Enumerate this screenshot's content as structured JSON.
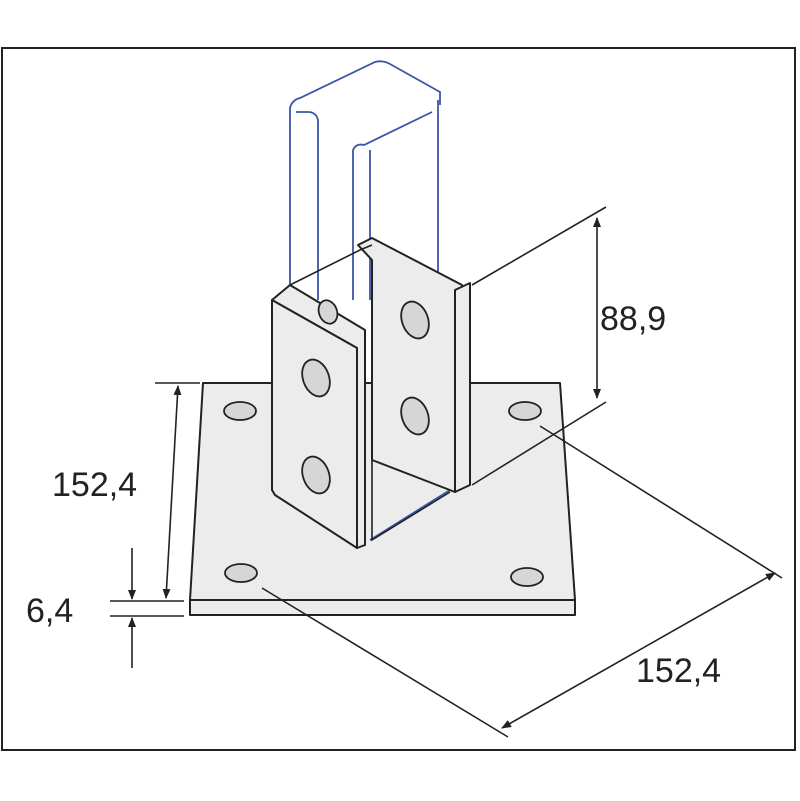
{
  "diagram": {
    "dimensions": {
      "flange_height": "88,9",
      "plate_depth": "152,4",
      "plate_thickness": "6,4",
      "plate_width": "152,4"
    },
    "colors": {
      "line": "#222222",
      "part_fill": "#ececec",
      "channel": "#3a55a8"
    }
  }
}
